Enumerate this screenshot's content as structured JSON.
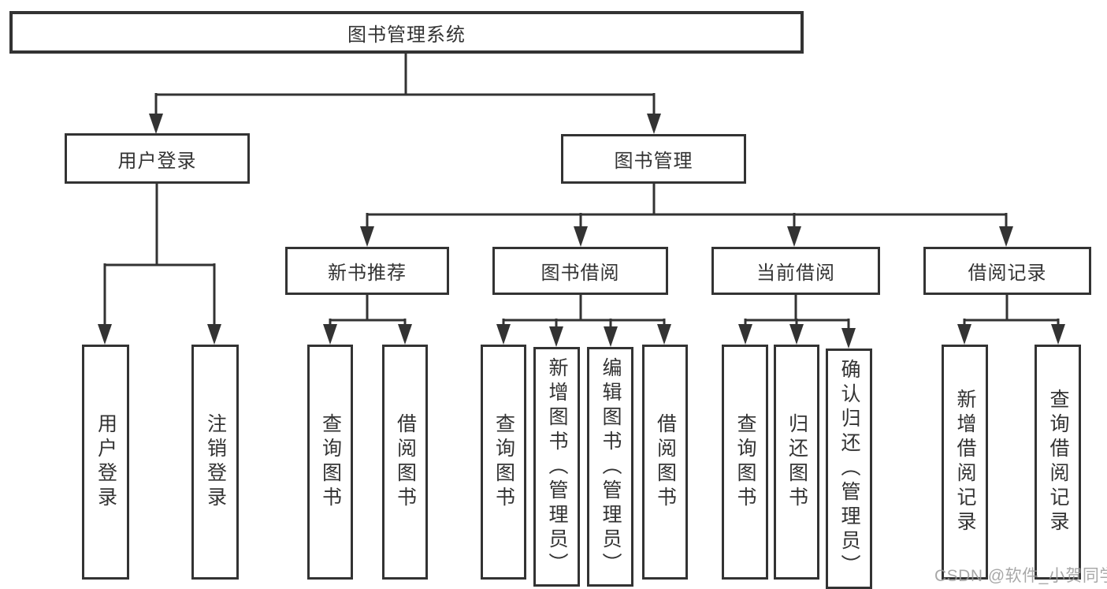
{
  "diagram_title": "图书管理系统",
  "nodes": {
    "root": {
      "label": "图书管理系统"
    },
    "level2": [
      {
        "label": "用户登录",
        "parent": "图书管理系统"
      },
      {
        "label": "图书管理",
        "parent": "图书管理系统"
      }
    ],
    "level3": [
      {
        "label": "新书推荐",
        "parent": "图书管理"
      },
      {
        "label": "图书借阅",
        "parent": "图书管理"
      },
      {
        "label": "当前借阅",
        "parent": "图书管理"
      },
      {
        "label": "借阅记录",
        "parent": "图书管理"
      }
    ],
    "leaves": [
      {
        "label": "用户登录",
        "parent": "用户登录"
      },
      {
        "label": "注销登录",
        "parent": "用户登录"
      },
      {
        "label": "查询图书",
        "parent": "新书推荐"
      },
      {
        "label": "借阅图书",
        "parent": "新书推荐"
      },
      {
        "label": "查询图书",
        "parent": "图书借阅"
      },
      {
        "label": "新增图书（管理员）",
        "parent": "图书借阅"
      },
      {
        "label": "编辑图书（管理员）",
        "parent": "图书借阅"
      },
      {
        "label": "借阅图书",
        "parent": "图书借阅"
      },
      {
        "label": "查询图书",
        "parent": "当前借阅"
      },
      {
        "label": "归还图书",
        "parent": "当前借阅"
      },
      {
        "label": "确认归还（管理员）",
        "parent": "当前借阅"
      },
      {
        "label": "新增借阅记录",
        "parent": "借阅记录"
      },
      {
        "label": "查询借阅记录",
        "parent": "借阅记录"
      }
    ]
  },
  "watermark": {
    "text": "CSDN @软件_小贺同学"
  },
  "colors": {
    "line": "#333333",
    "box_border": "#333333",
    "text": "#333333",
    "watermark": "#9a9a9a",
    "background": "#ffffff"
  }
}
